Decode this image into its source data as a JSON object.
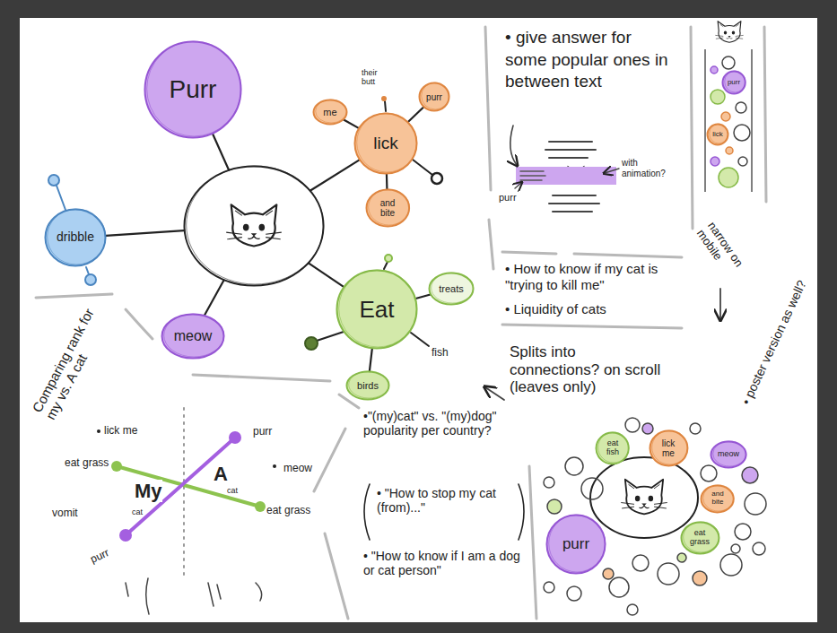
{
  "diagram": {
    "nodes": [
      {
        "text": []
      },
      {
        "text": [
          "Purr"
        ]
      },
      {
        "text": [
          "lick"
        ]
      },
      {
        "text": [
          "me"
        ]
      },
      {
        "text": [
          "purr"
        ]
      },
      {
        "text": [
          "and bite"
        ]
      },
      {
        "text": [
          "dribble"
        ]
      },
      {
        "text": [
          "meow"
        ]
      },
      {
        "text": [
          "Eat"
        ]
      },
      {
        "text": [
          "treats"
        ]
      },
      {
        "text": [
          "birds"
        ]
      },
      {
        "text": [
          "purr"
        ]
      },
      {
        "text": [
          "lick"
        ]
      },
      {
        "text": [
          "purr"
        ]
      },
      {
        "text": [
          "eat fish"
        ]
      },
      {
        "text": [
          "lick me"
        ]
      },
      {
        "text": [
          "meow"
        ]
      },
      {
        "text": [
          "and bite"
        ]
      },
      {
        "text": [
          "eat grass"
        ]
      }
    ],
    "edges": [
      {
        "from": 0,
        "to": 1,
        "arrow": "none"
      },
      {
        "from": 0,
        "to": 2,
        "arrow": "none"
      },
      {
        "from": 0,
        "to": 6,
        "arrow": "none"
      },
      {
        "from": 0,
        "to": 7,
        "arrow": "none"
      },
      {
        "from": 0,
        "to": 8,
        "arrow": "none"
      },
      {
        "from": 2,
        "to": 3,
        "arrow": "none"
      },
      {
        "from": 2,
        "to": 4,
        "arrow": "none"
      },
      {
        "from": 2,
        "to": 5,
        "arrow": "none"
      },
      {
        "from": 8,
        "to": 9,
        "arrow": "none"
      },
      {
        "from": 8,
        "to": 10,
        "arrow": "none"
      }
    ],
    "labels": [
      "their butt",
      "fish",
      "• give answer for some popular ones in between text",
      "purr",
      "with animation?",
      "• How to know if my cat is \"trying to kill me\"",
      "• Liquidity of cats",
      "narrow on mobile",
      "• poster version as well?",
      "Comparing rank for my vs. A cat",
      "Splits into connections? on scroll (leaves only)",
      "•\"(my)cat\" vs. \"(my)dog\" popularity per country?",
      "• \"How to stop my cat (from)...\"",
      "• \"How to know if I am a dog or cat person\"",
      "lick me",
      "eat grass",
      "vomit",
      "purr",
      "My",
      "cat",
      "A",
      "cat",
      "purr",
      "meow",
      "eat grass"
    ]
  }
}
